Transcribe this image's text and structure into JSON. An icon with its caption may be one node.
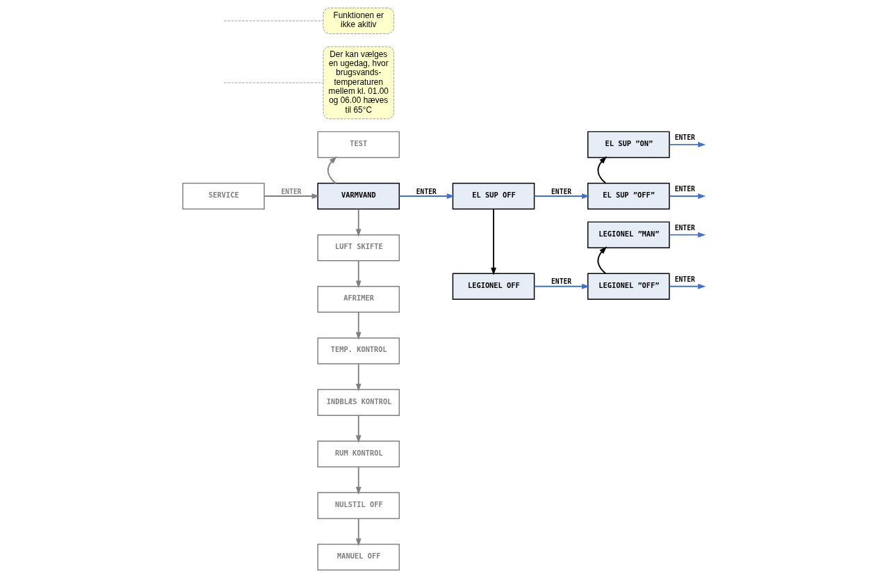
{
  "diagram": {
    "nodes": [
      {
        "text": [
          "SERVICE"
        ]
      },
      {
        "text": [
          "TEST"
        ]
      },
      {
        "text": [
          "VARMVAND"
        ]
      },
      {
        "text": [
          "LUFT SKIFTE"
        ]
      },
      {
        "text": [
          "AFRIMER"
        ]
      },
      {
        "text": [
          "TEMP. KONTROL"
        ]
      },
      {
        "text": [
          "INDBLÆS KONTROL"
        ]
      },
      {
        "text": [
          "RUM KONTROL"
        ]
      },
      {
        "text": [
          "NULSTIL OFF"
        ]
      },
      {
        "text": [
          "MANUEL OFF"
        ]
      },
      {
        "text": [
          "EL SUP OFF"
        ]
      },
      {
        "text": [
          "EL SUP ”ON”"
        ]
      },
      {
        "text": [
          "EL SUP ”OFF”"
        ]
      },
      {
        "text": [
          "LEGIONEL ”MAN”"
        ]
      },
      {
        "text": [
          "LEGIONEL OFF"
        ]
      },
      {
        "text": [
          "LEGIONEL ”OFF”"
        ]
      },
      {
        "text": [
          "Der kan vælges en ugedag, hvor brugsvands-temperaturen mellem kl. 01.00 og 06.00 hæves til 65°C"
        ]
      },
      {
        "text": [
          "Funktionen er ikke akitiv"
        ]
      }
    ],
    "edges": [
      {
        "from": 0,
        "to": 2,
        "arrow": "to",
        "label": "ENTER",
        "color": "#808080"
      },
      {
        "from": 2,
        "to": 1,
        "arrow": "to",
        "color": "#808080"
      },
      {
        "from": 2,
        "to": 3,
        "arrow": "to",
        "color": "#808080"
      },
      {
        "from": 3,
        "to": 4,
        "arrow": "to",
        "color": "#808080"
      },
      {
        "from": 4,
        "to": 5,
        "arrow": "to",
        "color": "#808080"
      },
      {
        "from": 5,
        "to": 6,
        "arrow": "to",
        "color": "#808080"
      },
      {
        "from": 6,
        "to": 7,
        "arrow": "to",
        "color": "#808080"
      },
      {
        "from": 7,
        "to": 8,
        "arrow": "to",
        "color": "#808080"
      },
      {
        "from": 8,
        "to": 9,
        "arrow": "to",
        "color": "#808080"
      },
      {
        "from": 2,
        "to": 10,
        "arrow": "to",
        "label": "ENTER",
        "color": "#4472c4"
      },
      {
        "from": 10,
        "to": 14,
        "arrow": "to",
        "color": "#000000"
      },
      {
        "from": 10,
        "to": 12,
        "arrow": "to",
        "label": "ENTER",
        "color": "#4472c4"
      },
      {
        "from": 12,
        "to": 11,
        "arrow": "to",
        "color": "#000000"
      },
      {
        "from": 11,
        "to": null,
        "arrow": "to",
        "label": "ENTER",
        "color": "#4472c4"
      },
      {
        "from": 12,
        "to": null,
        "arrow": "to",
        "label": "ENTER",
        "color": "#4472c4"
      },
      {
        "from": 13,
        "to": null,
        "arrow": "to",
        "label": "ENTER",
        "color": "#4472c4"
      },
      {
        "from": 14,
        "to": 15,
        "arrow": "to",
        "label": "ENTER",
        "color": "#4472c4"
      },
      {
        "from": 15,
        "to": 13,
        "arrow": "to",
        "color": "#000000"
      },
      {
        "from": 15,
        "to": null,
        "arrow": "to",
        "label": "ENTER",
        "color": "#4472c4"
      },
      {
        "from": 16,
        "to": null,
        "arrow": "none",
        "style": "dashed",
        "color": "#808080"
      },
      {
        "from": 17,
        "to": null,
        "arrow": "none",
        "style": "dashed",
        "color": "#808080"
      }
    ]
  }
}
